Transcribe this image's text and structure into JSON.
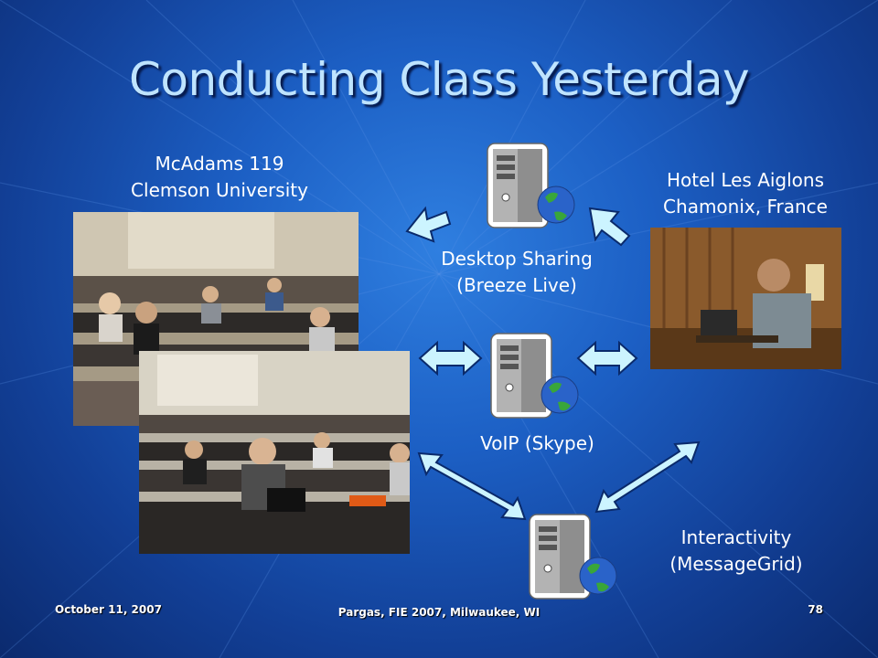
{
  "slide": {
    "title": "Conducting Class Yesterday",
    "classroom_label": "McAdams 119\nClemson University",
    "remote_label": "Hotel Les Aiglons\nChamonix, France",
    "desktop_sharing_label": "Desktop Sharing\n(Breeze Live)",
    "voip_label": "VoIP (Skype)",
    "interactivity_label": "Interactivity\n(MessageGrid)"
  },
  "footer": {
    "date": "October 11, 2007",
    "center": "Pargas, FIE 2007, Milwaukee, WI",
    "page": "78"
  },
  "colors": {
    "background": "#1c5fc4",
    "title": "#bfe4ff",
    "arrow_fill": "#ccf4ff",
    "text": "#ffffff"
  },
  "icons": [
    "server-globe-icon",
    "arrow-icon"
  ]
}
